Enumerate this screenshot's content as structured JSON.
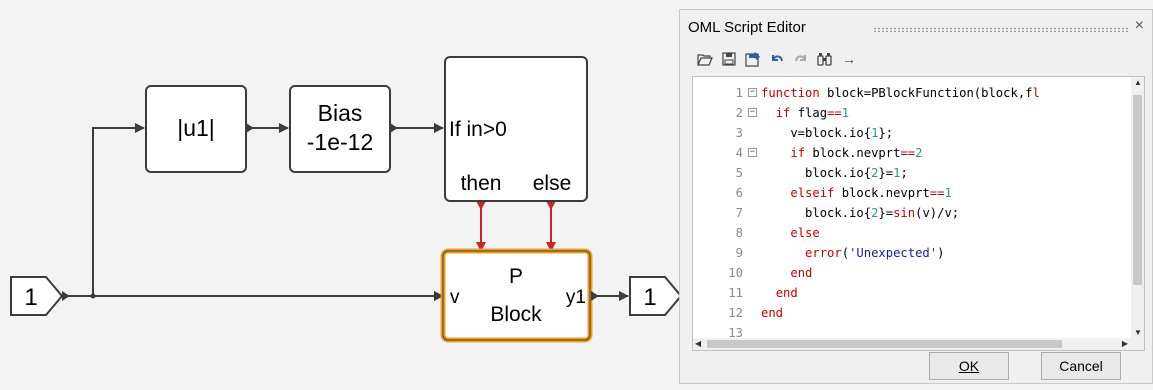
{
  "diagram": {
    "input_port": "1",
    "output_port": "1",
    "abs_block": "|u1|",
    "bias_block": {
      "line1": "Bias",
      "line2": "-1e-12"
    },
    "if_block": {
      "label": "If in>0",
      "then": "then",
      "else": "else"
    },
    "p_block": {
      "title": "P",
      "name": "Block",
      "in": "v",
      "out": "y1"
    },
    "colors": {
      "signal": "#3c3c3c",
      "event": "#c0282d",
      "highlight": "#f0a020"
    }
  },
  "editor": {
    "title": "OML Script Editor",
    "close": "×",
    "toolbar": [
      "open-icon",
      "save-icon",
      "save-as-icon",
      "undo-icon",
      "redo-icon",
      "find-icon",
      "goto-icon"
    ],
    "goto_glyph": "→",
    "lines": [
      {
        "n": "1",
        "fold": "⊟"
      },
      {
        "n": "2",
        "fold": "⊟"
      },
      {
        "n": "3",
        "fold": ""
      },
      {
        "n": "4",
        "fold": "⊟"
      },
      {
        "n": "5",
        "fold": ""
      },
      {
        "n": "6",
        "fold": ""
      },
      {
        "n": "7",
        "fold": ""
      },
      {
        "n": "8",
        "fold": ""
      },
      {
        "n": "9",
        "fold": ""
      },
      {
        "n": "10",
        "fold": ""
      },
      {
        "n": "11",
        "fold": ""
      },
      {
        "n": "12",
        "fold": ""
      },
      {
        "n": "13",
        "fold": ""
      }
    ],
    "code": [
      [
        {
          "t": "function",
          "c": "kw"
        },
        {
          "t": " block=PBlockFunction(block,f",
          "c": "pl"
        },
        {
          "t": "l",
          "c": "kw"
        }
      ],
      [
        {
          "t": "  ",
          "c": "pl"
        },
        {
          "t": "if",
          "c": "kw"
        },
        {
          "t": " flag",
          "c": "pl"
        },
        {
          "t": "==",
          "c": "kw"
        },
        {
          "t": "1",
          "c": "num"
        }
      ],
      [
        {
          "t": "    v=block.io{",
          "c": "pl"
        },
        {
          "t": "1",
          "c": "num"
        },
        {
          "t": "};",
          "c": "pl"
        }
      ],
      [
        {
          "t": "    ",
          "c": "pl"
        },
        {
          "t": "if",
          "c": "kw"
        },
        {
          "t": " block.nevprt",
          "c": "pl"
        },
        {
          "t": "==",
          "c": "kw"
        },
        {
          "t": "2",
          "c": "num"
        }
      ],
      [
        {
          "t": "      block.io{",
          "c": "pl"
        },
        {
          "t": "2",
          "c": "num"
        },
        {
          "t": "}=",
          "c": "pl"
        },
        {
          "t": "1",
          "c": "num"
        },
        {
          "t": ";",
          "c": "pl"
        }
      ],
      [
        {
          "t": "    ",
          "c": "pl"
        },
        {
          "t": "elseif",
          "c": "kw"
        },
        {
          "t": " block.nevprt",
          "c": "pl"
        },
        {
          "t": "==",
          "c": "kw"
        },
        {
          "t": "1",
          "c": "num"
        }
      ],
      [
        {
          "t": "      block.io{",
          "c": "pl"
        },
        {
          "t": "2",
          "c": "num"
        },
        {
          "t": "}=",
          "c": "pl"
        },
        {
          "t": "sin",
          "c": "kw"
        },
        {
          "t": "(v)/v;",
          "c": "pl"
        }
      ],
      [
        {
          "t": "    ",
          "c": "pl"
        },
        {
          "t": "else",
          "c": "kw"
        }
      ],
      [
        {
          "t": "      ",
          "c": "pl"
        },
        {
          "t": "error",
          "c": "kw"
        },
        {
          "t": "(",
          "c": "pl"
        },
        {
          "t": "'Unexpected'",
          "c": "str"
        },
        {
          "t": ")",
          "c": "pl"
        }
      ],
      [
        {
          "t": "    ",
          "c": "pl"
        },
        {
          "t": "end",
          "c": "kw"
        }
      ],
      [
        {
          "t": "  ",
          "c": "pl"
        },
        {
          "t": "end",
          "c": "kw"
        }
      ],
      [
        {
          "t": "end",
          "c": "kw"
        }
      ],
      [
        {
          "t": "",
          "c": "pl"
        }
      ]
    ],
    "ok_label": "OK",
    "cancel_label": "Cancel"
  }
}
